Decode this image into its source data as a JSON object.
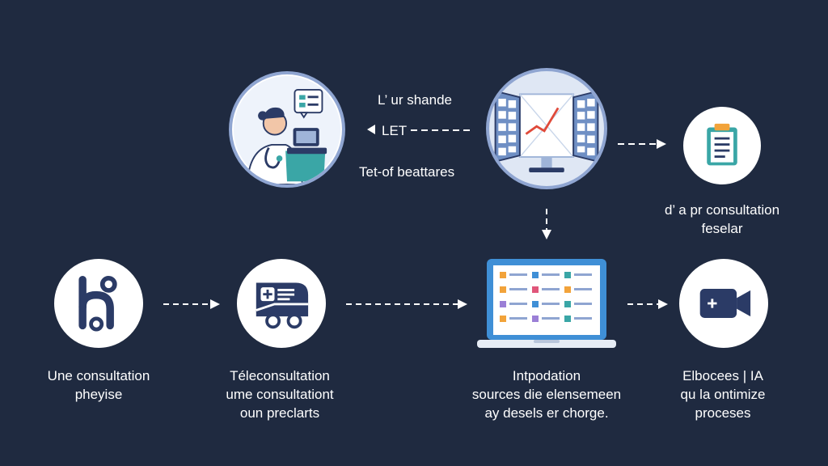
{
  "top": {
    "doctor_label": "",
    "center_text_1": "L’ ur shande",
    "center_text_2": "LET",
    "center_text_3": "Tet-of beattares",
    "clipboard_label_1": "d’ a pr consultation",
    "clipboard_label_2": "feselar"
  },
  "bottom": {
    "physical_1": "Une consultation",
    "physical_2": "pheyise",
    "tele_1": "Téleconsultation",
    "tele_2": "ume consultationt",
    "tele_3": "oun preclarts",
    "integration_1": "Intpodation",
    "integration_2": "sources die elensemeen",
    "integration_3": "ay desels er chorge.",
    "ai_1": "Elbocees | IA",
    "ai_2": "qu la ontimize",
    "ai_3": "proceses"
  },
  "colors": {
    "background": "#1f2a40",
    "node_ring": "#8fa5d1",
    "icon_navy": "#2b3b66",
    "teal": "#3aa6a6",
    "accent_red": "#e04a3a"
  }
}
